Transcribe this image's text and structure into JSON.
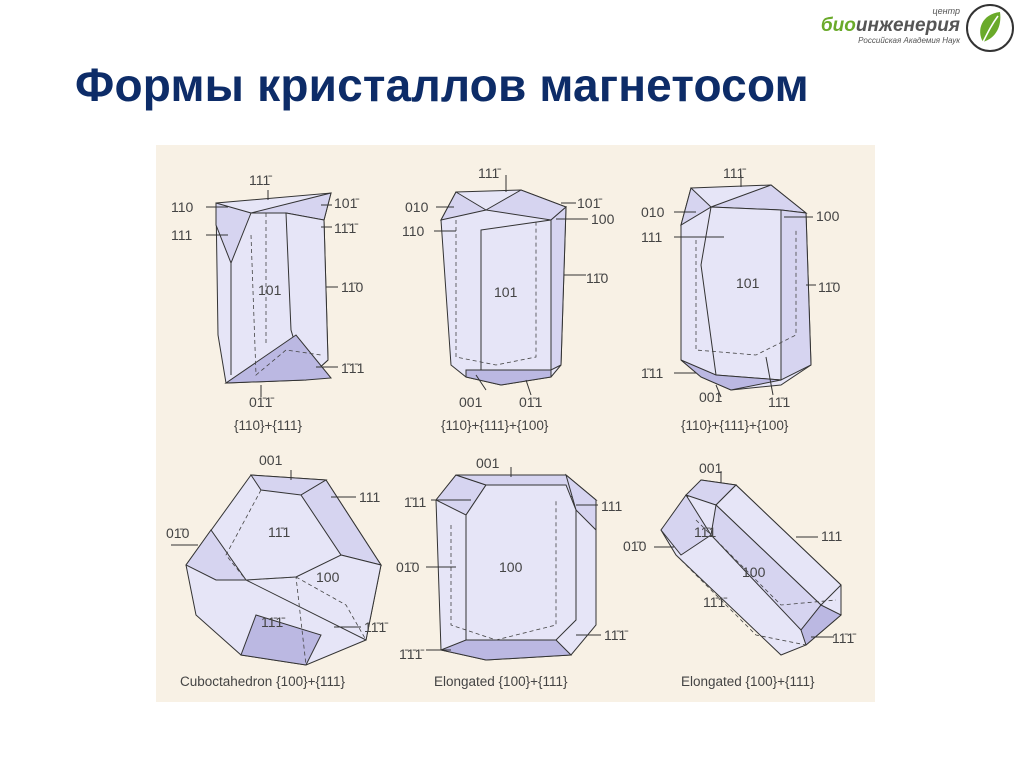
{
  "slide": {
    "title": "Формы кристаллов магнетосом"
  },
  "logo": {
    "top_word": "центр",
    "word_bio": "био",
    "word_eng": "инженерия",
    "subtitle": "Российская Академия Наук",
    "icon": "leaf-in-circle-icon",
    "colors": {
      "bio": "#6aaa2a",
      "text": "#555555",
      "leaf": "#6aaa2a"
    }
  },
  "colors": {
    "title": "#0d2c68",
    "figure_bg": "#f8f1e5",
    "crystal_face": "#d6d4f0"
  },
  "figure": {
    "crystals": [
      {
        "caption": "{110}+{111}",
        "labels": {
          "top": "111̄",
          "l1": "110",
          "l2": "111",
          "r1": "101̄",
          "r2": "11̄1̄",
          "center": "101",
          "r3": "11̄0",
          "r4": "1̄1̄1",
          "bottom": "01̄1̄"
        }
      },
      {
        "caption": "{110}+{111}+{100}",
        "labels": {
          "top": "111̄",
          "l1": "010",
          "l2": "110",
          "r1": "101̄",
          "r2": "100",
          "center": "101",
          "r3": "11̄0",
          "b1": "001",
          "b2": "01̄1"
        }
      },
      {
        "caption": "{110}+{111}+{100}",
        "labels": {
          "top": "111̄",
          "l1": "010",
          "l2": "111",
          "r1": "100",
          "center": "101",
          "r2": "11̄0",
          "l3": "1̄11",
          "b1": "001",
          "b2": "11̄1"
        }
      },
      {
        "caption": "Cuboctahedron {100}+{111}",
        "labels": {
          "top": "001",
          "r1": "111",
          "l1": "01̄0",
          "c1": "11̄1",
          "c2": "100",
          "c3": "11̄1̄",
          "r2": "11̄1̄"
        }
      },
      {
        "caption": "Elongated {100}+{111}",
        "labels": {
          "l1": "1̄11",
          "top": "001",
          "r1": "111",
          "l2": "01̄0",
          "center": "100",
          "r2": "11̄1̄",
          "l3": "1̄1̄1̄"
        }
      },
      {
        "caption": "Elongated {100}+{111}",
        "labels": {
          "top": "001",
          "l1": "01̄0",
          "c1": "11̄1",
          "r1": "111",
          "c2": "100",
          "c3": "11̄1̄",
          "r2": "11̄1̄"
        }
      }
    ]
  }
}
